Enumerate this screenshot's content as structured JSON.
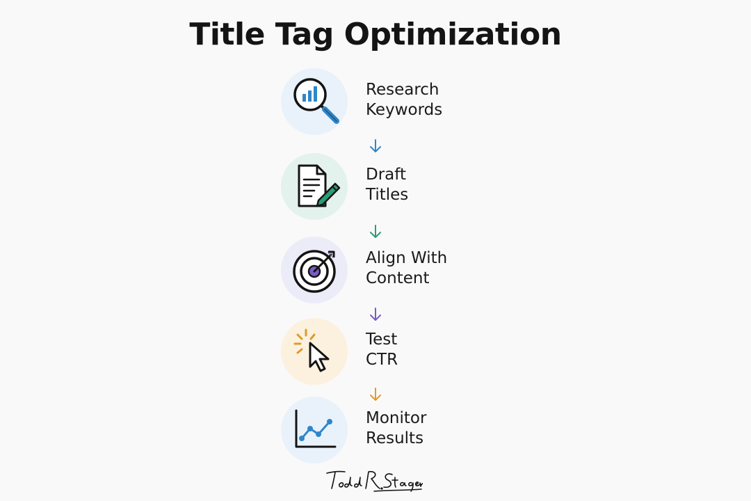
{
  "title": "Title Tag Optimization",
  "steps": [
    {
      "line1": "Research",
      "line2": "Keywords",
      "icon": "magnifier-chart-icon",
      "bg": "#e9f2fb",
      "accent": "#2f86c9"
    },
    {
      "line1": "Draft",
      "line2": "Titles",
      "icon": "document-pencil-icon",
      "bg": "#e3f2ec",
      "accent": "#2a9d78"
    },
    {
      "line1": "Align With",
      "line2": "Content",
      "icon": "target-arrow-icon",
      "bg": "#ecebf8",
      "accent": "#7a5cc4"
    },
    {
      "line1": "Test",
      "line2": "CTR",
      "icon": "cursor-click-icon",
      "bg": "#fbf1de",
      "accent": "#e09a2a"
    },
    {
      "line1": "Monitor",
      "line2": "Results",
      "icon": "line-chart-icon",
      "bg": "#e9f2fb",
      "accent": "#2f86c9"
    }
  ],
  "arrow_colors": [
    "#2f86c9",
    "#2a9d78",
    "#7a5cc4",
    "#e09a2a"
  ],
  "signature": "Todd R. Stager"
}
